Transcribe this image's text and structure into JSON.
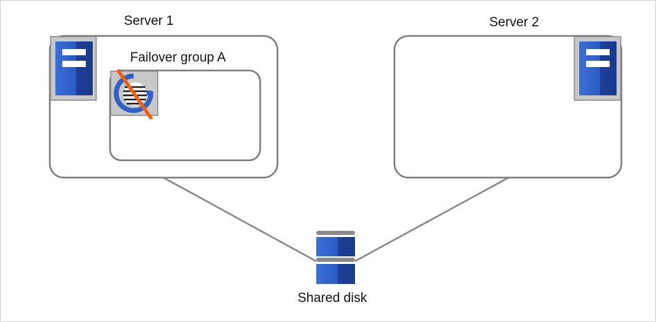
{
  "diagram": {
    "server1": {
      "label": "Server 1"
    },
    "server2": {
      "label": "Server 2"
    },
    "failover_group": {
      "label": "Failover group A",
      "status": "stopped"
    },
    "shared_disk": {
      "label": "Shared disk"
    }
  },
  "colors": {
    "box_stroke": "#7f7f7f",
    "server_blue": "#2f5fc8",
    "server_dark": "#1a3a8c",
    "panel_gray": "#c9c9c9",
    "strike": "#f06010"
  }
}
